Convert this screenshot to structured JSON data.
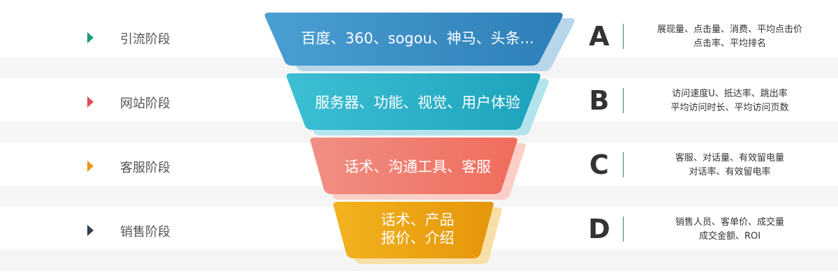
{
  "stages": [
    {
      "name": "引流阶段",
      "marker_color": "#1a9b7b",
      "funnel_lines": [
        "百度、360、sogou、神马、头条..."
      ],
      "funnel_color": "#3a8fc4",
      "letter": "A",
      "metrics": [
        "展现量、点击量、消费、平均点击价",
        "点击率、平均排名"
      ]
    },
    {
      "name": "网站阶段",
      "marker_color": "#e0505a",
      "funnel_lines": [
        "服务器、功能、视觉、用户体验"
      ],
      "funnel_color": "#2fb1c9",
      "letter": "B",
      "metrics": [
        "访问速度U、抵达率、跳出率",
        "平均访问时长、平均访问页数"
      ]
    },
    {
      "name": "客服阶段",
      "marker_color": "#e8961a",
      "funnel_lines": [
        "话术、沟通工具、客服"
      ],
      "funnel_color": "#f07e6e",
      "letter": "C",
      "metrics": [
        "客服、对话量、有效留电量",
        "对话率、有效留电率"
      ]
    },
    {
      "name": "销售阶段",
      "marker_color": "#2f3f4f",
      "funnel_lines": [
        "话术、产品",
        "报价、介绍"
      ],
      "funnel_color": "#eba313",
      "letter": "D",
      "metrics": [
        "销售人员、客单价、成交量",
        "成交金额、ROI"
      ]
    }
  ]
}
